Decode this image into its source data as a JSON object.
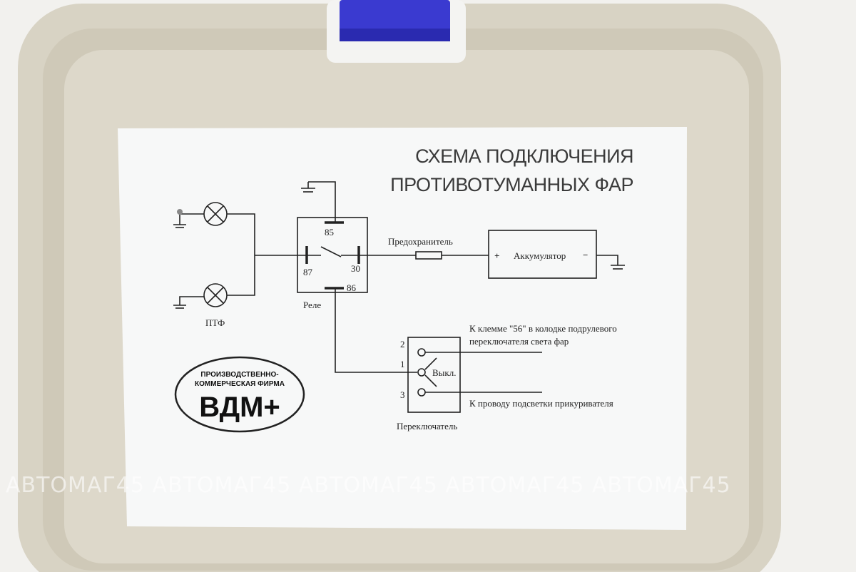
{
  "diagram": {
    "title_line1": "СХЕМА ПОДКЛЮЧЕНИЯ",
    "title_line2": "ПРОТИВОТУМАННЫХ ФАР",
    "relay": {
      "label": "Реле",
      "pin85": "85",
      "pin86": "86",
      "pin87": "87",
      "pin30": "30"
    },
    "fuse_label": "Предохранитель",
    "battery": {
      "label": "Аккумулятор",
      "plus": "+",
      "minus": "−"
    },
    "lamps_label": "ПТФ",
    "switch": {
      "label": "Переключатель",
      "off_label": "Выкл.",
      "pin1": "1",
      "pin2": "2",
      "pin3": "3",
      "note_top_line1": "К клемме \"56\" в колодке подрулевого",
      "note_top_line2": "переключателя света фар",
      "note_bottom": "К проводу подсветки прикуривателя"
    },
    "logo": {
      "line1": "ПРОИЗВОДСТВЕННО-",
      "line2": "КОММЕРЧЕСКАЯ ФИРМА",
      "brand": "ВДМ+"
    }
  },
  "watermark": "АВТОМАГ45 АВТОМАГ45 АВТОМАГ45 АВТОМАГ45 АВТОМАГ45"
}
